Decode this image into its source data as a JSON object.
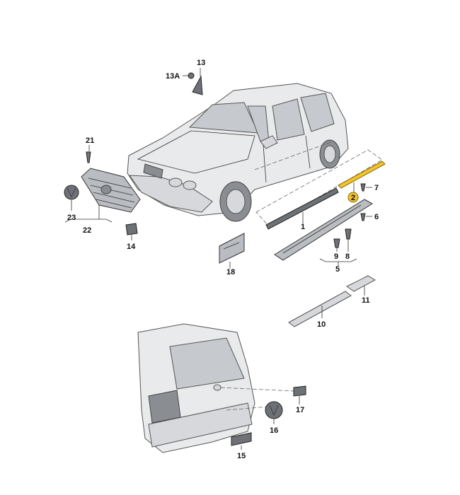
{
  "callouts": {
    "c1": "1",
    "c2": "2",
    "c5": "5",
    "c6": "6",
    "c7": "7",
    "c8": "8",
    "c9": "9",
    "c10": "10",
    "c11": "11",
    "c13": "13",
    "c13a": "13A",
    "c14": "14",
    "c15": "15",
    "c16": "16",
    "c17": "17",
    "c18": "18",
    "c21": "21",
    "c22": "22",
    "c23": "23"
  },
  "colors": {
    "highlight": "#f2c230",
    "highlight_stroke": "#8a6d00"
  }
}
